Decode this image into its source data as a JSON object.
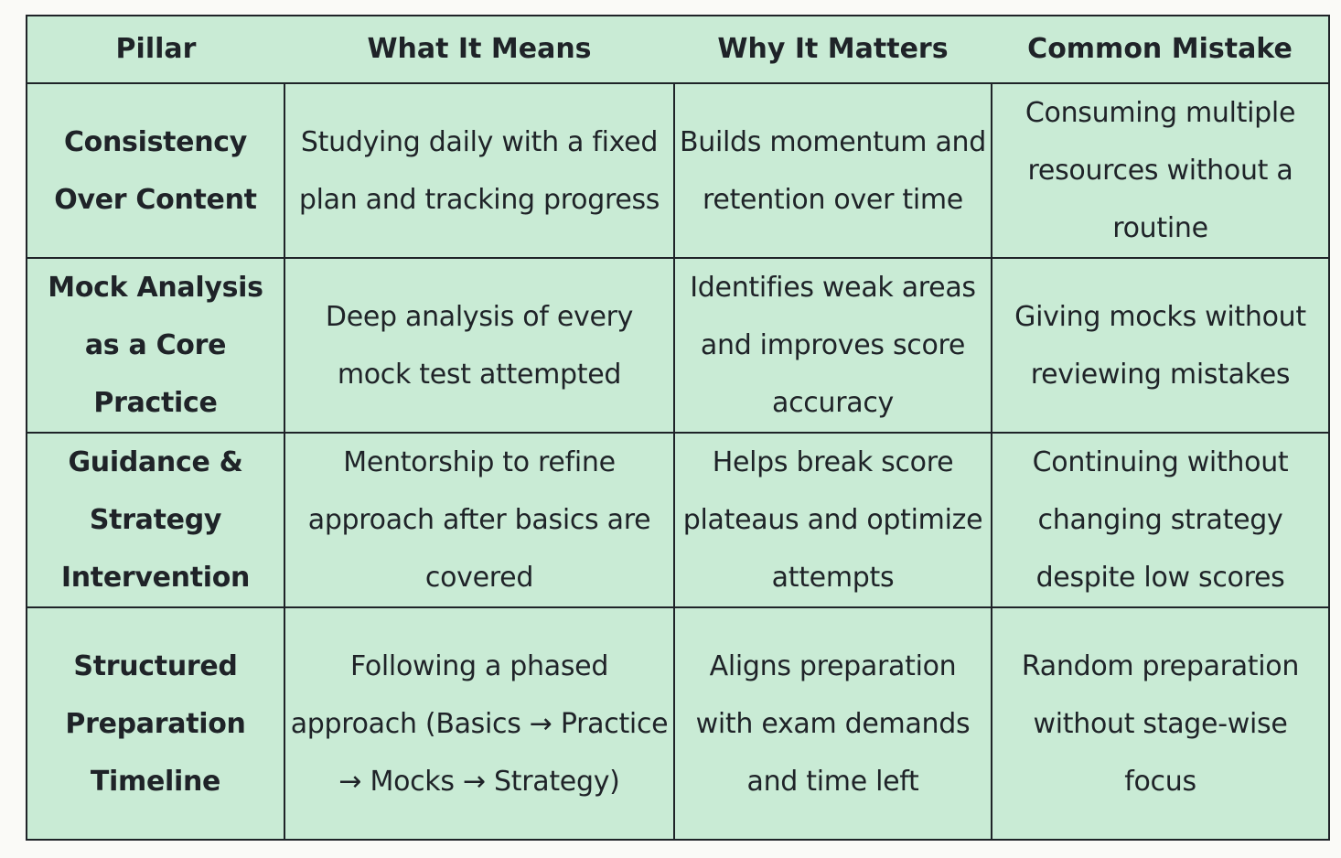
{
  "table": {
    "headers": [
      "Pillar",
      "What It Means",
      "Why It Matters",
      "Common Mistake"
    ],
    "rows": [
      {
        "pillar": "Consistency Over Content",
        "meaning": "Studying daily with a fixed plan and tracking progress",
        "matters": "Builds momentum and retention over time",
        "mistake": "Consuming multiple resources without a routine"
      },
      {
        "pillar": "Mock Analysis as a Core Practice",
        "meaning": "Deep analysis of every mock test attempted",
        "matters": "Identifies weak areas and improves score accuracy",
        "mistake": "Giving mocks without reviewing mistakes"
      },
      {
        "pillar": "Guidance & Strategy Intervention",
        "meaning": "Mentorship to refine approach after basics are covered",
        "matters": "Helps break score plateaus and optimize attempts",
        "mistake": "Continuing without changing strategy despite low scores"
      },
      {
        "pillar": "Structured Preparation Timeline",
        "meaning": "Following a phased approach (Basics → Practice → Mocks → Strategy)",
        "matters": "Aligns preparation with exam demands and time left",
        "mistake": "Random preparation without stage-wise focus"
      }
    ]
  }
}
